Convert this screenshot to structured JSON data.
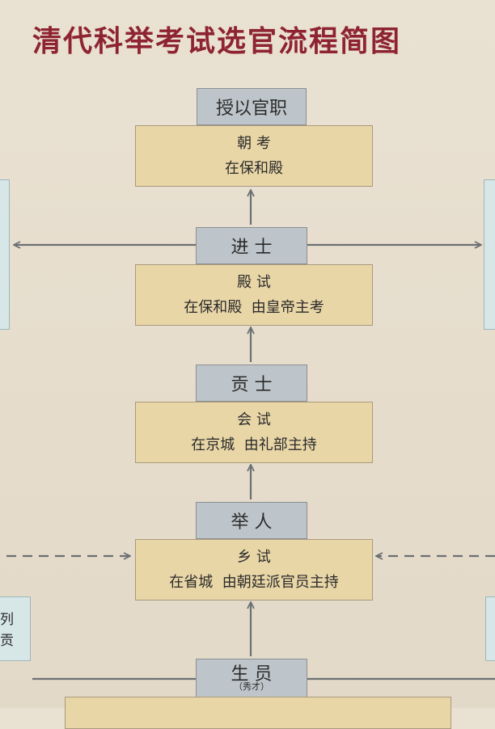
{
  "title": "清代科举考试选官流程简图",
  "ranks": {
    "shou_guan": "授以官职",
    "jinshi": "进 士",
    "gongshi": "贡 士",
    "juren": "举 人",
    "shengyuan": "生 员",
    "shengyuan_sub": "（秀才）"
  },
  "exams": {
    "chaokao": {
      "name": "朝 考",
      "place": "在保和殿"
    },
    "dianshi": {
      "name": "殿 试",
      "place": "在保和殿  由皇帝主考"
    },
    "huishi": {
      "name": "会 试",
      "place": "在京城  由礼部主持"
    },
    "xiangshi": {
      "name": "乡 试",
      "place": "在省城  由朝廷派官员主持"
    }
  },
  "left_fragment": {
    "line1": "列",
    "line2": "贡"
  },
  "colors": {
    "title": "#8e2432",
    "rank_box": "#bec5ca",
    "exam_box": "#e9d6a7",
    "side_box": "#d7e6e7",
    "arrow": "#6b7072"
  }
}
